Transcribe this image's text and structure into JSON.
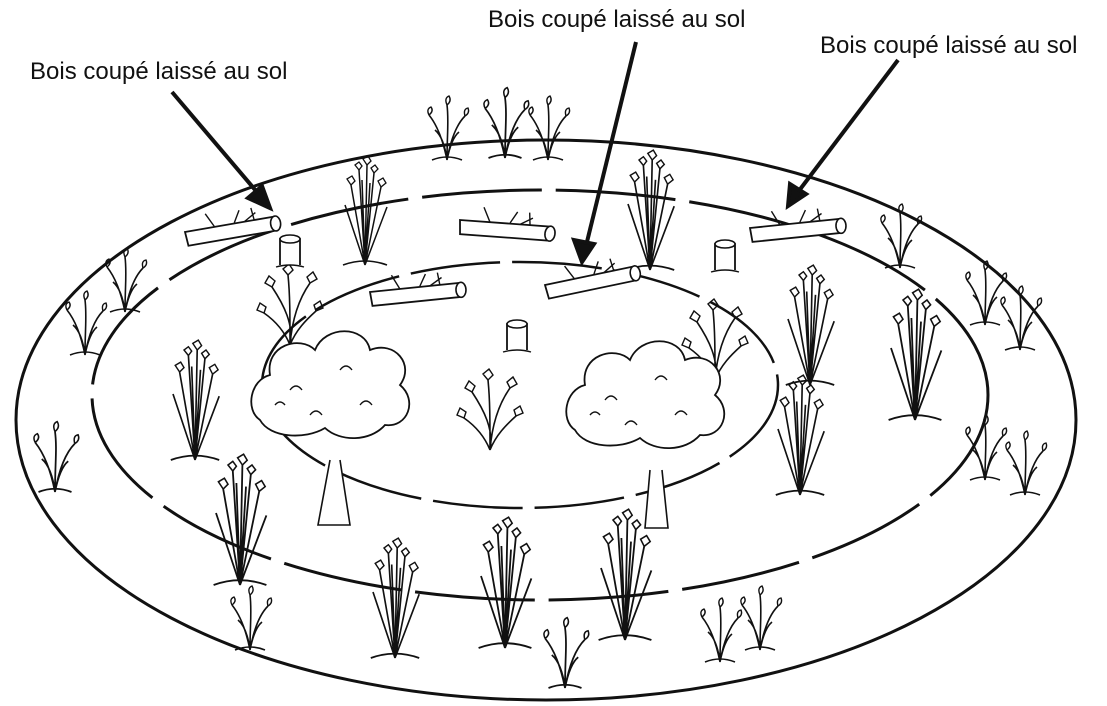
{
  "labels": {
    "left": "Bois coupé laissé au sol",
    "center": "Bois coupé laissé au sol",
    "right": "Bois coupé laissé au sol"
  },
  "colors": {
    "ink": "#111111",
    "background": "#ffffff"
  }
}
